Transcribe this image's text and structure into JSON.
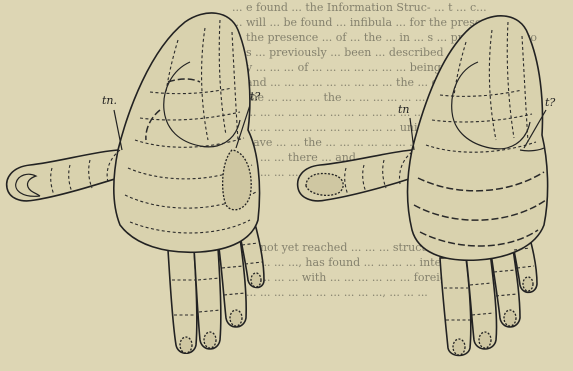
{
  "background_text_lines": [
    "... e found ... the Information Struc- ... t ... c...",
    "... will ... be found ... infibula ... for the presence",
    "... the presence ... of ... the ... in ... s ... proper order to",
    "... s ... previously ... been ... described ... of the",
    "... y ... ... ... of ... ... ... ... ... ... ... being in",
    "... and ... ... ... ... ... ... ... ... ... the ... distinct",
    "... the ... ... ... ... the ... ... ... ... ... ... no ... will not",
    "... ... ... ... ... ... ... ... ... ... ... ... ... ...",
    "... ... ... ... ... ... ... ... ... ... ... ... unit ...",
    "... have ... ... the ... ... ... ... ... ... ... ... ...",
    "... ... ... ... there ... and ... ... ... which ... ... ... ...",
    "... ... ... ... ... ... be ... united.",
    "",
    "... ... not yet reached ... ... ... structure of the",
    "... ... ... ... ..., has found ... ... ... ... interested,",
    "... ... ... ... ... with ... ... ... ... ... ... foreign",
    "... ... ... ... ... ... ... ... ... ... ..., ... ... ..."
  ],
  "figure": {
    "left_hand_labels": {
      "tn": "tn.",
      "t": "t?"
    },
    "right_hand_labels": {
      "tn": "tn",
      "t": "t?"
    }
  }
}
